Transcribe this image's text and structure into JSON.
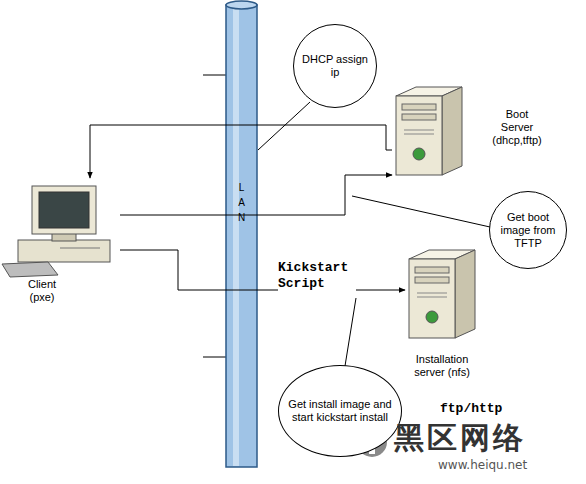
{
  "diagram": {
    "nodes": [
      {
        "text": [
          "LAN"
        ]
      },
      {
        "text": [
          "DHCP assign ip"
        ]
      },
      {
        "text": [
          "Boot Server (dhcp,tftp)"
        ]
      },
      {
        "text": [
          "Client (pxe)"
        ]
      },
      {
        "text": [
          "Get boot image from TFTP"
        ]
      },
      {
        "text": [
          "Installation server (nfs)"
        ]
      },
      {
        "text": [
          "Get install image and start kickstart install"
        ]
      }
    ],
    "edges": [
      {
        "from": 2,
        "to": 3,
        "arrow": "to"
      },
      {
        "from": 3,
        "to": 2,
        "arrow": "to"
      },
      {
        "from": 3,
        "to": 5,
        "label": "Kickstart Script",
        "arrow": "to"
      }
    ],
    "labels": [
      "ftp/http",
      "黑区网络",
      "www.heiqu.net"
    ]
  }
}
